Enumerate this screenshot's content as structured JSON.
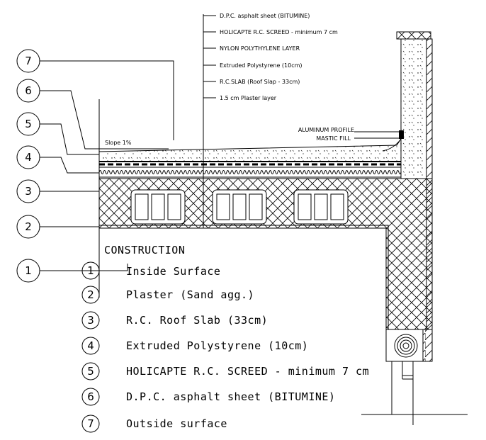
{
  "layer_labels": [
    "D.P.C. asphalt sheet (BITUMINE)",
    "HOLICAPTE R.C. SCREED - minimum 7 cm",
    "NYLON POLYTHYLENE LAYER",
    "Extruded Polystyrene (10cm)",
    "R.C.SLAB (Roof Slap - 33cm)",
    "1.5 cm Plaster layer"
  ],
  "detail_labels": {
    "aluminum_profile": "ALUMINUM PROFILE",
    "mastic_fill": "MASTIC FILL",
    "slope": "Slope 1%"
  },
  "callout_numbers": [
    "7",
    "6",
    "5",
    "4",
    "3",
    "2",
    "1"
  ],
  "legend": {
    "title": "CONSTRUCTION",
    "items": [
      {
        "num": "1",
        "text": "Inside Surface"
      },
      {
        "num": "2",
        "text": "Plaster (Sand agg.)"
      },
      {
        "num": "3",
        "text": "R.C. Roof Slab (33cm)"
      },
      {
        "num": "4",
        "text": "Extruded Polystyrene (10cm)"
      },
      {
        "num": "5",
        "text": "HOLICAPTE R.C. SCREED - minimum 7 cm"
      },
      {
        "num": "6",
        "text": "D.P.C. asphalt sheet (BITUMINE)"
      },
      {
        "num": "7",
        "text": "Outside surface"
      }
    ]
  }
}
